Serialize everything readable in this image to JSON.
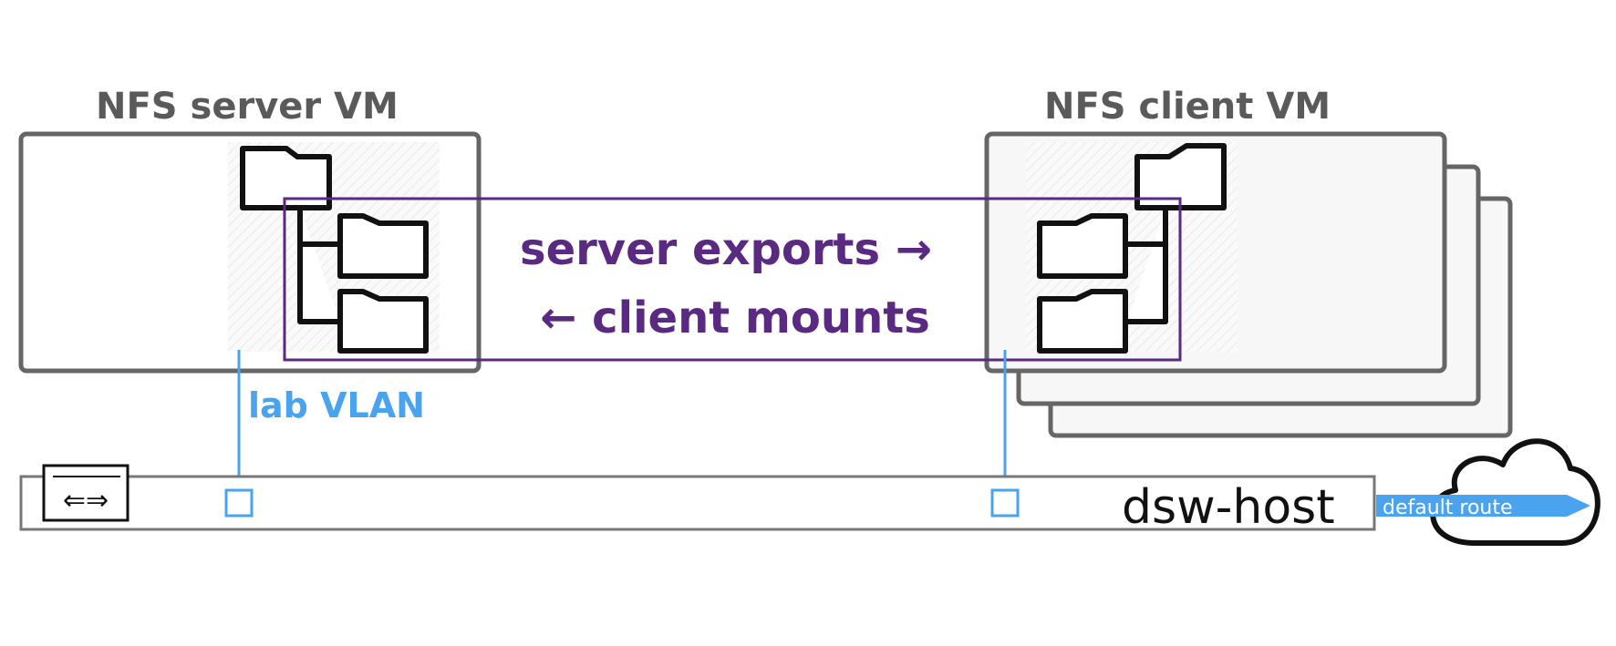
{
  "server_vm": {
    "title": "NFS server VM"
  },
  "client_vm": {
    "title": "NFS client VM"
  },
  "exports": {
    "line1": "server exports →",
    "line2": "← client mounts"
  },
  "network": {
    "vlan_label": "lab VLAN"
  },
  "host": {
    "name": "dsw-host",
    "route_label": "default route",
    "switch_glyph": "⇐⇒"
  },
  "icons": {
    "folder": "folder-icon",
    "switch": "switch-icon",
    "cloud": "cloud-icon"
  },
  "colors": {
    "vm_border": "#666666",
    "host_border": "#777777",
    "exports_purple": "#5a2a82",
    "vlan_blue": "#4aa3ee",
    "title_gray": "#5a5a5a",
    "folder_stroke": "#111111"
  }
}
